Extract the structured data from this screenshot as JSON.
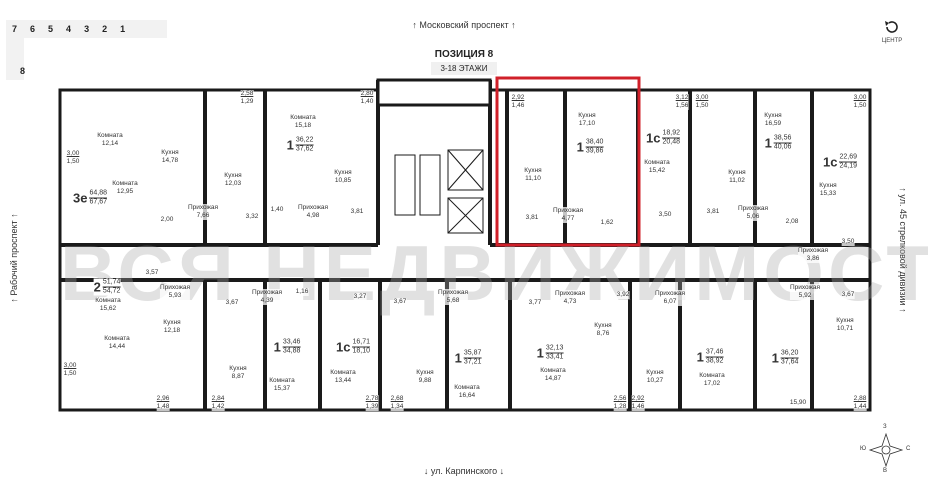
{
  "sections": {
    "row": [
      "7",
      "6",
      "5",
      "4",
      "3",
      "2",
      "1"
    ],
    "side": "8"
  },
  "streets": {
    "top": "↑ Московский проспект ↑",
    "left": "↑ Рабочий проспект ↑",
    "right": "↑ ул. 45 стрелковой дивизии ↑",
    "bottom": "↓ ул. Карпинского ↓"
  },
  "header": {
    "title": "ПОЗИЦИЯ 8",
    "floors": "3-18 ЭТАЖИ"
  },
  "center_button": {
    "label": "ЦЕНТР",
    "icon": "rotate-icon"
  },
  "watermark": "ВСЯ НЕДВИЖИМОСТЬ",
  "highlight_color": "#d0202a",
  "compass": {
    "n": "З",
    "s": "В",
    "w": "Ю",
    "e": "С"
  },
  "apartments": [
    {
      "type": "3е",
      "total": "64,88",
      "full": "67,67"
    },
    {
      "type": "1",
      "total": "36,22",
      "full": "37,62"
    },
    {
      "type": "1",
      "total": "38,40",
      "full": "39,86"
    },
    {
      "type": "1с",
      "total": "18,92",
      "full": "20,48"
    },
    {
      "type": "1",
      "total": "38,56",
      "full": "40,06"
    },
    {
      "type": "1с",
      "total": "22,69",
      "full": "24,19"
    },
    {
      "type": "2",
      "total": "51,74",
      "full": "54,72"
    },
    {
      "type": "1",
      "total": "33,46",
      "full": "34,88"
    },
    {
      "type": "1с",
      "total": "16,71",
      "full": "18,10"
    },
    {
      "type": "1",
      "total": "35,87",
      "full": "37,21"
    },
    {
      "type": "1",
      "total": "32,13",
      "full": "33,41"
    },
    {
      "type": "1",
      "total": "37,46",
      "full": "38,92"
    },
    {
      "type": "1",
      "total": "36,20",
      "full": "37,64"
    }
  ],
  "rooms": [
    {
      "name": "Комната",
      "area": "12,14"
    },
    {
      "name": "Кухня",
      "area": "14,78"
    },
    {
      "name": "Комната",
      "area": "12,95"
    },
    {
      "name": "Кухня",
      "area": "12,03"
    },
    {
      "name": "Комната",
      "area": "15,18"
    },
    {
      "name": "Кухня",
      "area": "10,85"
    },
    {
      "name": "Прихожая",
      "area": "7,66"
    },
    {
      "name": "Прихожая",
      "area": "4,98"
    },
    {
      "name": "Кухня",
      "area": "17,10"
    },
    {
      "name": "Кухня",
      "area": "11,10"
    },
    {
      "name": "Прихожая",
      "area": "4,77"
    },
    {
      "name": "Комната",
      "area": "15,42"
    },
    {
      "name": "Кухня",
      "area": "16,59"
    },
    {
      "name": "Кухня",
      "area": "11,02"
    },
    {
      "name": "Прихожая",
      "area": "5,06"
    },
    {
      "name": "Кухня",
      "area": "15,33"
    },
    {
      "name": "Прихожая",
      "area": "5,93"
    },
    {
      "name": "Комната",
      "area": "15,62"
    },
    {
      "name": "Кухня",
      "area": "12,18"
    },
    {
      "name": "Комната",
      "area": "14,44"
    },
    {
      "name": "Прихожая",
      "area": "4,39"
    },
    {
      "name": "Кухня",
      "area": "8,87"
    },
    {
      "name": "Комната",
      "area": "15,37"
    },
    {
      "name": "Комната",
      "area": "13,44"
    },
    {
      "name": "Прихожая",
      "area": "5,68"
    },
    {
      "name": "Кухня",
      "area": "9,88"
    },
    {
      "name": "Комната",
      "area": "16,64"
    },
    {
      "name": "Прихожая",
      "area": "4,73"
    },
    {
      "name": "Кухня",
      "area": "8,76"
    },
    {
      "name": "Комната",
      "area": "14,87"
    },
    {
      "name": "Прихожая",
      "area": "6,07"
    },
    {
      "name": "Кухня",
      "area": "10,27"
    },
    {
      "name": "Комната",
      "area": "17,02"
    },
    {
      "name": "Прихожая",
      "area": "3,86"
    },
    {
      "name": "Прихожая",
      "area": "5,92"
    },
    {
      "name": "Кухня",
      "area": "10,71"
    }
  ],
  "small_areas": [
    "2,00",
    "3,32",
    "1,40",
    "3,81",
    "3,81",
    "1,62",
    "3,50",
    "3,81",
    "2,08",
    "3,50",
    "3,57",
    "3,67",
    "1,16",
    "3,27",
    "3,67",
    "3,77",
    "3,92",
    "3,67",
    "15,90"
  ],
  "balconies": [
    {
      "a": "3,00",
      "b": "1,50"
    },
    {
      "a": "2,58",
      "b": "1,29"
    },
    {
      "a": "2,80",
      "b": "1,40"
    },
    {
      "a": "2,92",
      "b": "1,46"
    },
    {
      "a": "3,12",
      "b": "1,56"
    },
    {
      "a": "3,00",
      "b": "1,50"
    },
    {
      "a": "3,00",
      "b": "1,50"
    },
    {
      "a": "3,00",
      "b": "1,50"
    },
    {
      "a": "2,96",
      "b": "1,48"
    },
    {
      "a": "2,84",
      "b": "1,42"
    },
    {
      "a": "2,78",
      "b": "1,39"
    },
    {
      "a": "2,68",
      "b": "1,34"
    },
    {
      "a": "2,56",
      "b": "1,28"
    },
    {
      "a": "2,92",
      "b": "1,46"
    },
    {
      "a": "2,88",
      "b": "1,44"
    }
  ]
}
